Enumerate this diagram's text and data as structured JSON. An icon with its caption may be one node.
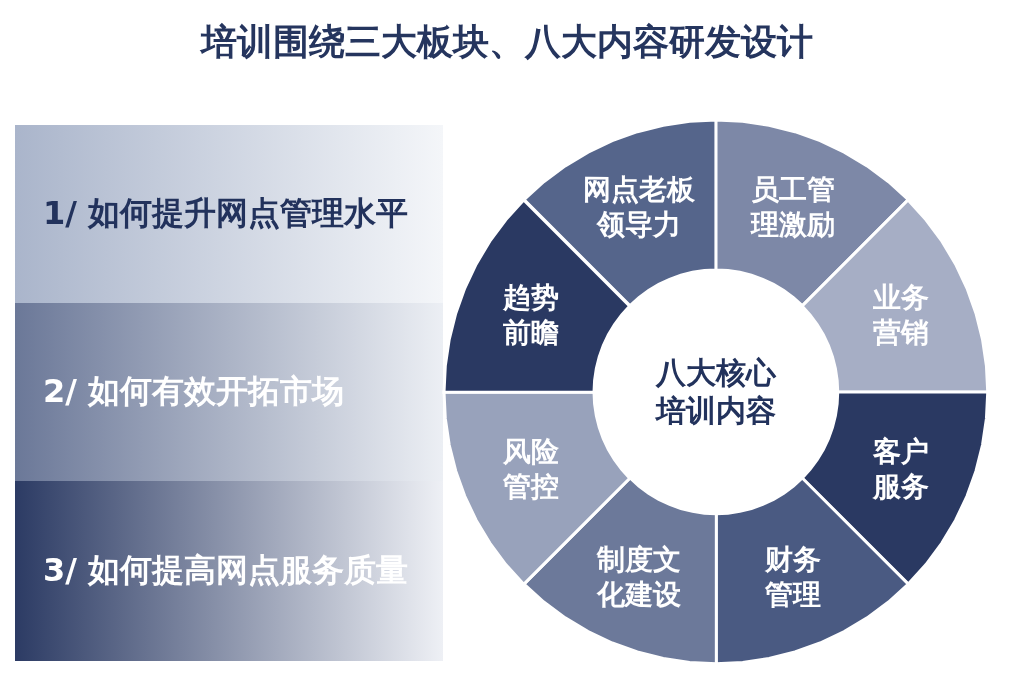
{
  "diagram": {
    "title": "培训围绕三大板块、八大内容研发设计",
    "nodes": [
      {
        "text": [
          "1/ 如何提升网点管理水平"
        ]
      },
      {
        "text": [
          "2/ 如何有效开拓市场"
        ]
      },
      {
        "text": [
          "3/ 如何提高网点服务质量"
        ]
      },
      {
        "text": [
          "八大核心培训内容"
        ]
      },
      {
        "text": [
          "网点老板领导力"
        ]
      },
      {
        "text": [
          "员工管理激励"
        ]
      },
      {
        "text": [
          "业务营销"
        ]
      },
      {
        "text": [
          "客户服务"
        ]
      },
      {
        "text": [
          "财务管理"
        ]
      },
      {
        "text": [
          "制度文化建设"
        ]
      },
      {
        "text": [
          "风险管控"
        ]
      },
      {
        "text": [
          "趋势前瞻"
        ]
      }
    ]
  }
}
